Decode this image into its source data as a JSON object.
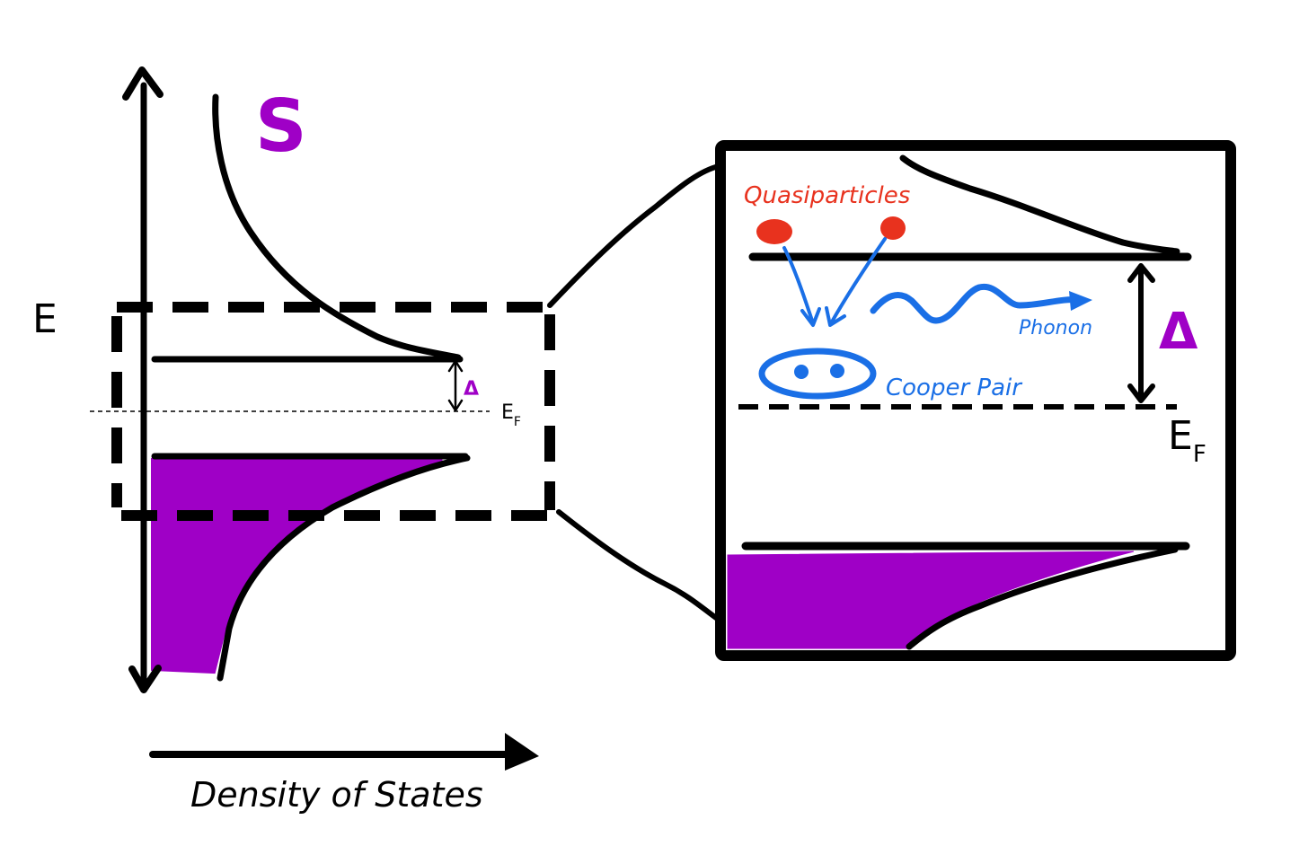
{
  "colors": {
    "ink": "#000000",
    "filled_states": "#9f00c6",
    "quasiparticle": "#e8321e",
    "cooper_pair_and_phonon": "#1a6fe6",
    "gap_label": "#9f00c6"
  },
  "left_panel": {
    "material_label": "S",
    "energy_axis_label": "E",
    "dos_axis_label": "Density of States",
    "gap_label": "Δ",
    "fermi_label_main": "E",
    "fermi_label_sub": "F"
  },
  "zoom_panel": {
    "quasiparticles_label": "Quasiparticles",
    "phonon_label": "Phonon",
    "cooper_pair_label": "Cooper Pair",
    "gap_label": "Δ",
    "fermi_label_main": "E",
    "fermi_label_sub": "F"
  }
}
